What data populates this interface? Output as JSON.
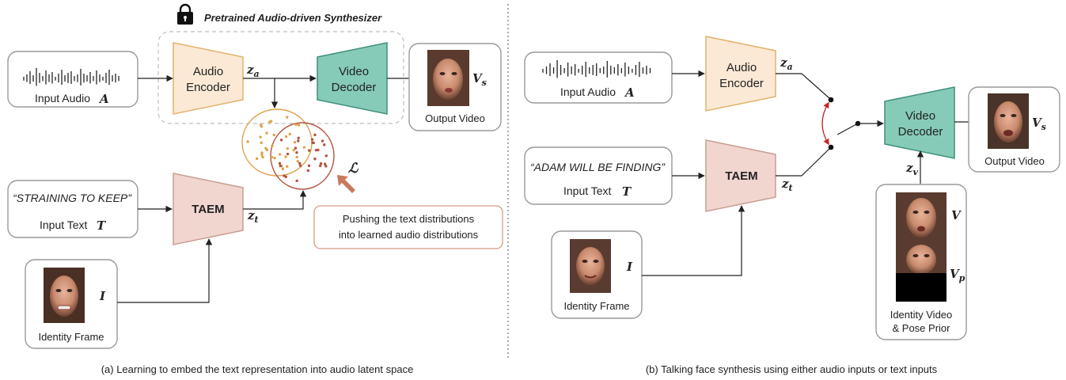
{
  "panel_a": {
    "pretrained_label": "Pretrained Audio-driven Synthesizer",
    "input_audio_label": "Input Audio",
    "input_audio_symbol": "A",
    "audio_encoder_line1": "Audio",
    "audio_encoder_line2": "Encoder",
    "latent_audio": "z",
    "latent_audio_sub": "a",
    "video_decoder_line1": "Video",
    "video_decoder_line2": "Decoder",
    "output_symbol": "V",
    "output_symbol_sub": "s",
    "output_label": "Output Video",
    "input_text_quote": "“STRAINING TO KEEP”",
    "input_text_label": "Input Text",
    "input_text_symbol": "T",
    "taem_label": "TAEM",
    "latent_text": "z",
    "latent_text_sub": "t",
    "loss_symbol": "ℒ",
    "push_note_line1": "Pushing the text distributions",
    "push_note_line2": "into learned audio distributions",
    "identity_symbol": "I",
    "identity_label": "Identity Frame",
    "caption": "(a) Learning to embed the text representation into audio latent space"
  },
  "panel_b": {
    "input_audio_label": "Input Audio",
    "input_audio_symbol": "A",
    "audio_encoder_line1": "Audio",
    "audio_encoder_line2": "Encoder",
    "latent_audio": "z",
    "latent_audio_sub": "a",
    "input_text_quote": "“ADAM WILL BE FINDING”",
    "input_text_label": "Input Text",
    "input_text_symbol": "T",
    "taem_label": "TAEM",
    "latent_text": "z",
    "latent_text_sub": "t",
    "video_decoder_line1": "Video",
    "video_decoder_line2": "Decoder",
    "output_symbol": "V",
    "output_symbol_sub": "s",
    "output_label": "Output Video",
    "latent_video": "z",
    "latent_video_sub": "v",
    "identity_symbol": "I",
    "identity_label": "Identity Frame",
    "identity_video_symbol": "V",
    "pose_symbol": "V",
    "pose_symbol_sub": "p",
    "identity_video_line1": "Identity Video",
    "identity_video_line2": "& Pose Prior",
    "caption": "(b) Talking face synthesis using either audio inputs or text inputs"
  },
  "colors": {
    "audio_encoder_fill": "#fbe9d6",
    "audio_encoder_stroke": "#e3b16a",
    "video_decoder_fill": "#86cbb8",
    "video_decoder_stroke": "#3f8f7b",
    "taem_fill": "#f0d6cf",
    "taem_stroke": "#c99d91",
    "audio_dots": "#e0a24e",
    "text_dots": "#b5533f",
    "loss_arrow": "#c97a5e",
    "switch_arc": "#c62828",
    "note_border": "#d79b86"
  }
}
